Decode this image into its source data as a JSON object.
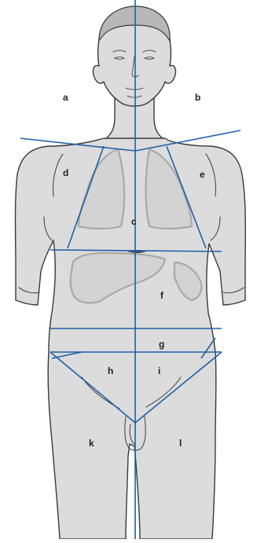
{
  "figure": {
    "line_color": "#1f5fa6",
    "skin_color": "#dcdcdc",
    "outline_color": "#3a3a3a",
    "organ_outline_color": "#a9a9a9"
  },
  "labels": {
    "a": "a",
    "b": "b",
    "c": "c",
    "d": "d",
    "e": "e",
    "f": "f",
    "g": "g",
    "h": "h",
    "i": "i",
    "k": "k",
    "l": "l"
  }
}
